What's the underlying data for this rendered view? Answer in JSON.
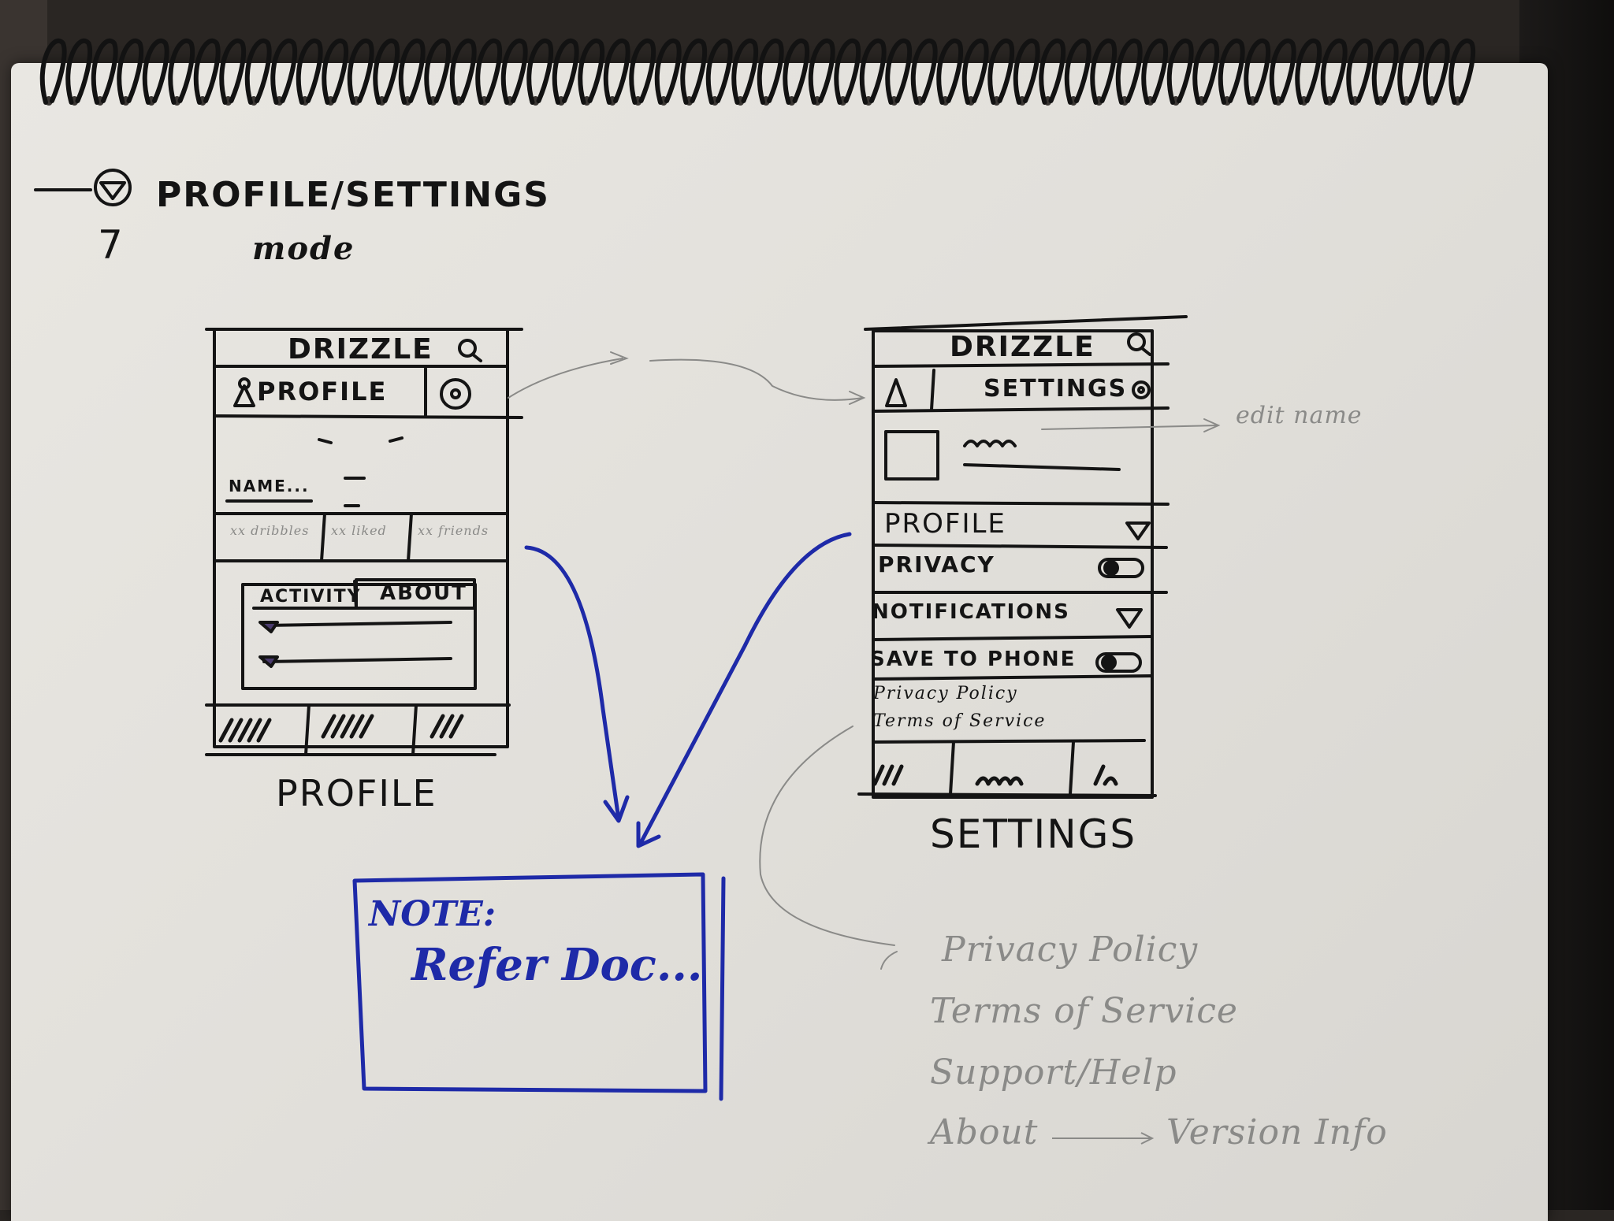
{
  "page": {
    "title": "PROFILE/SETTINGS",
    "subtitle": "mode",
    "number": "7"
  },
  "profile_screen": {
    "app_name": "DRIZZLE",
    "header_label": "PROFILE",
    "name_label": "NAME...",
    "stats": [
      "xx dribbles",
      "xx liked",
      "xx friends"
    ],
    "tabs": [
      "ACTIVITY",
      "ABOUT"
    ],
    "caption": "PROFILE"
  },
  "settings_screen": {
    "app_name": "DRIZZLE",
    "header_label": "SETTINGS",
    "rows": [
      {
        "label": "PROFILE",
        "control": "dropdown"
      },
      {
        "label": "PRIVACY",
        "control": "toggle"
      },
      {
        "label": "NOTIFICATIONS",
        "control": "dropdown"
      },
      {
        "label": "SAVE TO PHONE",
        "control": "toggle"
      }
    ],
    "links": [
      "Privacy Policy",
      "Terms of Service"
    ],
    "caption": "SETTINGS"
  },
  "annotations": {
    "edit_name": "edit name",
    "links_list": [
      "Privacy Policy",
      "Terms of Service",
      "Support/Help",
      "About"
    ],
    "about_target": "Version Info"
  },
  "note": {
    "title": "NOTE:",
    "body": "Refer Doc..."
  },
  "colors": {
    "paper": "#e6e4df",
    "ink": "#141414",
    "pencil": "#8a8a88",
    "blue_marker": "#1e2aa8"
  }
}
